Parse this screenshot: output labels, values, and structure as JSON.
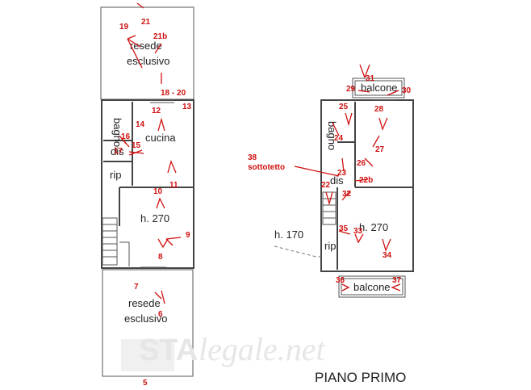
{
  "title": "PIANO PRIMO",
  "watermark": {
    "part1": "STA",
    "part2": "legale.net"
  },
  "rooms": {
    "resede_top_1": "resede",
    "resede_top_2": "esclusivo",
    "cucina": "cucina",
    "bagno_left": "bagno",
    "dis_left": "dis",
    "rip_left": "rip",
    "h270_left": "h. 270",
    "resede_bottom_1": "resede",
    "resede_bottom_2": "esclusivo",
    "balcone_top": "balcone",
    "bagno_right": "bagno",
    "dis_right": "dis",
    "h270_right": "h. 270",
    "h170": "h. 170",
    "rip_right": "rip",
    "balcone_bottom": "balcone",
    "sottotetto_num": "38",
    "sottotetto_label": "sottotetto"
  },
  "markers": {
    "m21": "21",
    "m19": "19",
    "m21b": "21b",
    "m18_20": "18 - 20",
    "m13": "13",
    "m12": "12",
    "m14": "14",
    "m16": "16",
    "m15": "15",
    "m17": "17",
    "m11": "11",
    "m10": "10",
    "m9": "9",
    "m8": "8",
    "m7": "7",
    "m6": "6",
    "m5": "5",
    "m31": "31",
    "m29": "29",
    "m30": "30",
    "m25": "25",
    "m28": "28",
    "m24": "24",
    "m27": "27",
    "m26": "26",
    "m23": "23",
    "m22b": "22b",
    "m22": "22",
    "m32": "32",
    "m35": "35",
    "m33": "33",
    "m34": "34",
    "m36": "36",
    "m37": "37"
  },
  "colors": {
    "marker": "#d01010",
    "wall": "#444444",
    "watermark": "#e6e6e6"
  }
}
